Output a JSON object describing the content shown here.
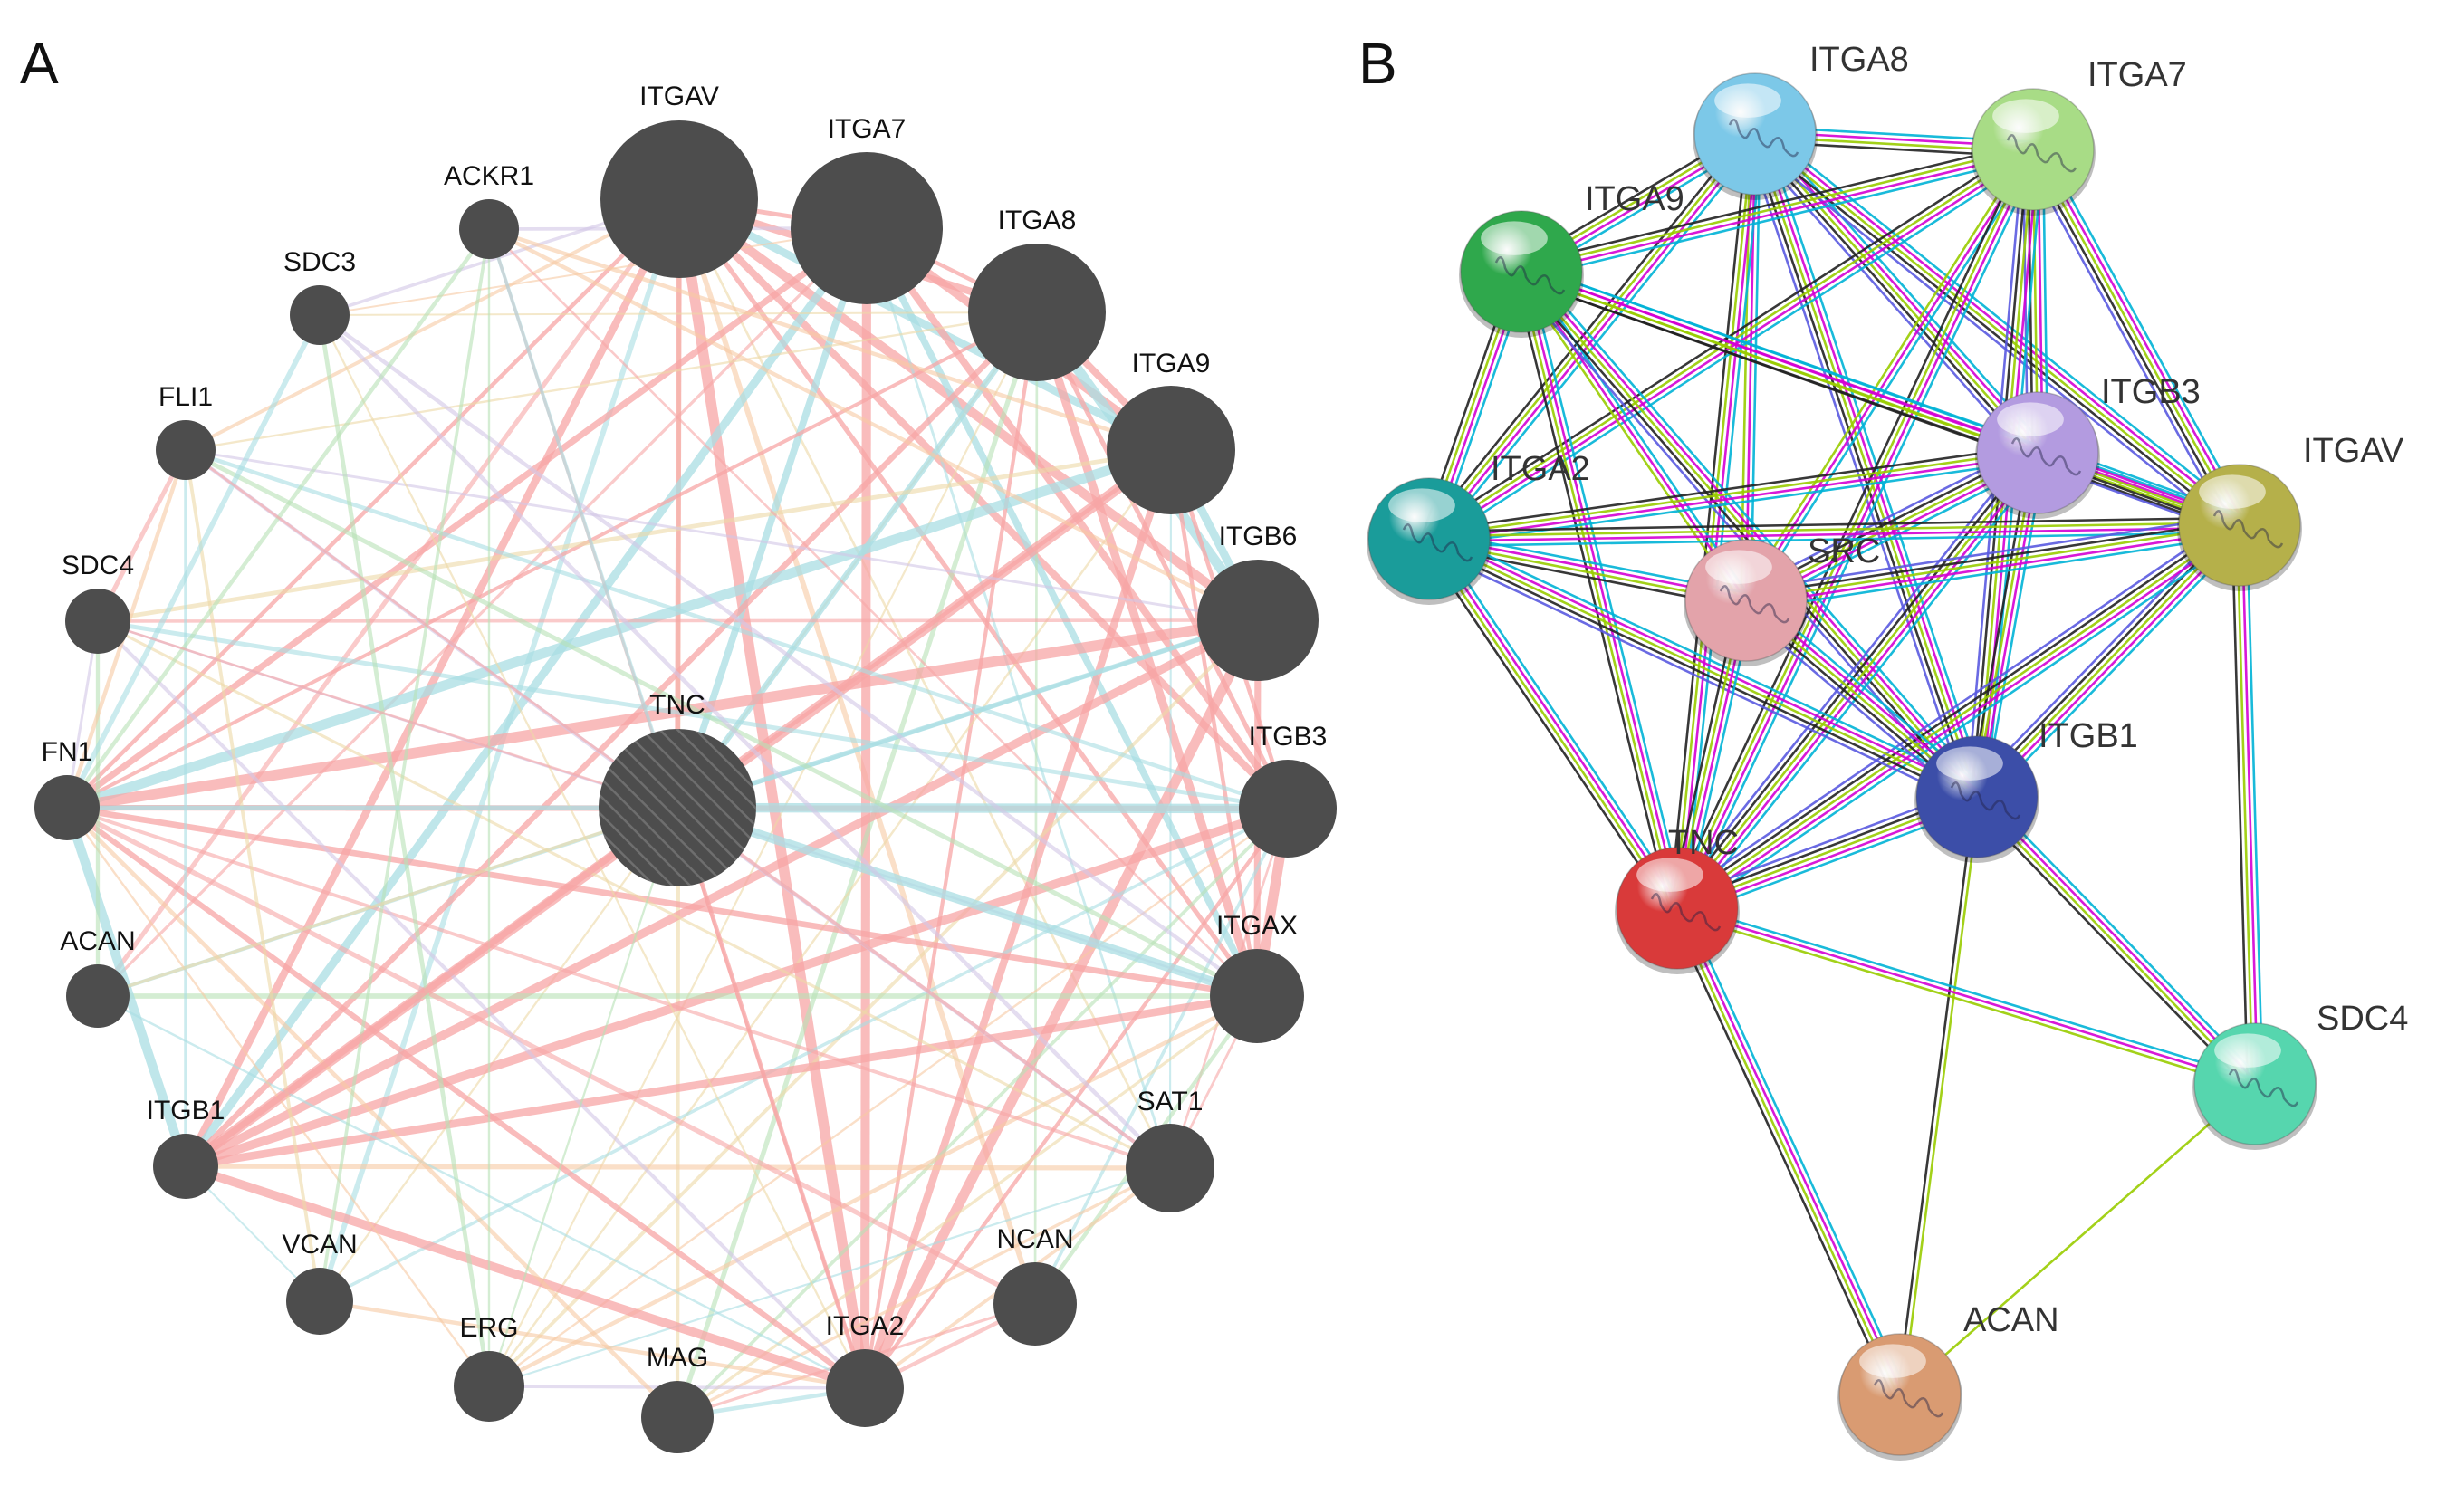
{
  "panels": [
    {
      "id": "A",
      "label": "A",
      "center_node": "TNC",
      "nodes": [
        "ITGAV",
        "ITGA7",
        "ITGA8",
        "ITGA9",
        "ITGB6",
        "ITGB3",
        "ITGAX",
        "SAT1",
        "NCAN",
        "ITGA2",
        "MAG",
        "ERG",
        "VCAN",
        "ITGB1",
        "ACAN",
        "FN1",
        "SDC4",
        "FLI1",
        "SDC3",
        "ACKR1",
        "TNC"
      ],
      "edge_colors": [
        "#f7a6a6",
        "#a9dde3",
        "#ecd9a6",
        "#d2c7e6",
        "#b7e1b5",
        "#f7c9a3"
      ]
    },
    {
      "id": "B",
      "label": "B",
      "nodes": [
        {
          "name": "ITGA8",
          "color": "#7cc8e8"
        },
        {
          "name": "ITGA7",
          "color": "#a8dc86"
        },
        {
          "name": "ITGA9",
          "color": "#2fa84c"
        },
        {
          "name": "ITGB3",
          "color": "#b39be0"
        },
        {
          "name": "ITGAV",
          "color": "#b5b04a"
        },
        {
          "name": "ITGA2",
          "color": "#1a9c9a"
        },
        {
          "name": "SRC",
          "color": "#e3a3aa"
        },
        {
          "name": "ITGB1",
          "color": "#3c4ea8"
        },
        {
          "name": "TNC",
          "color": "#d93a3a"
        },
        {
          "name": "SDC4",
          "color": "#56d6ae"
        },
        {
          "name": "ACAN",
          "color": "#d99b72"
        }
      ],
      "edge_palette": [
        "#00b3d6",
        "#d400d4",
        "#99cc00",
        "#222222",
        "#5a5ae0"
      ]
    }
  ]
}
